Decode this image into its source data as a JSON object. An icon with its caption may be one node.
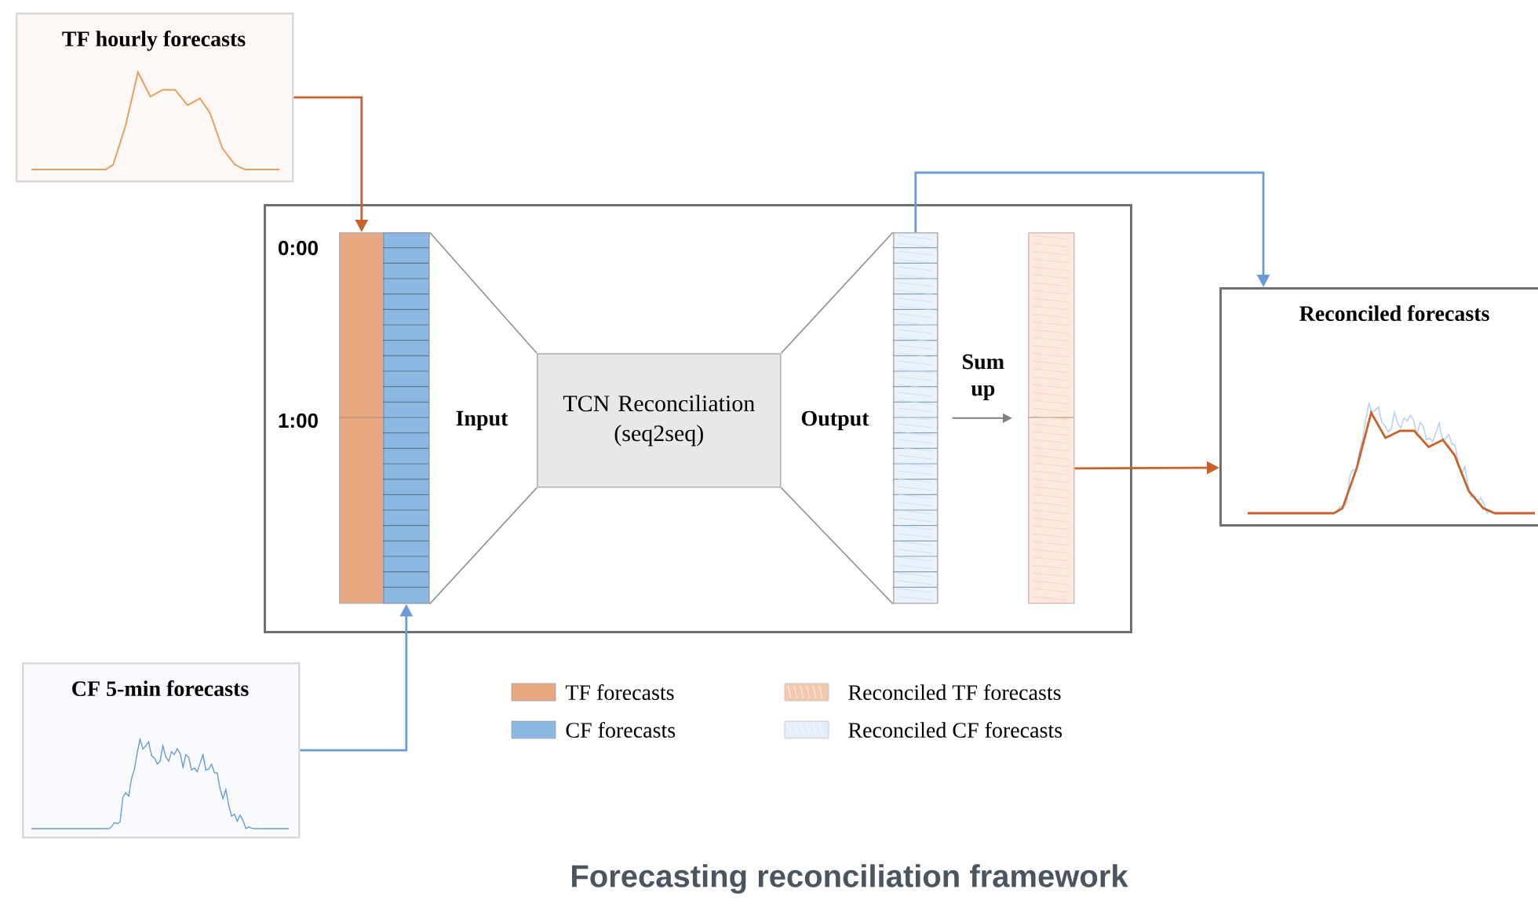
{
  "diagram": {
    "caption": "Forecasting reconciliation framework",
    "nodes": [
      {
        "text": [
          "TF hourly forecasts"
        ]
      },
      {
        "text": [
          "CF 5-min forecasts"
        ]
      },
      {
        "text": [],
        "shape": "box"
      },
      {
        "text": [],
        "shape": "bar",
        "in": 2
      },
      {
        "text": [],
        "shape": "bar",
        "in": 2
      },
      {
        "text": [
          "TCN Reconciliation (seq2seq)"
        ],
        "in": 2
      },
      {
        "text": [],
        "shape": "bar",
        "in": 2
      },
      {
        "text": [],
        "shape": "bar",
        "in": 2
      },
      {
        "text": [
          "Reconciled forecasts"
        ]
      }
    ],
    "edges": [
      {
        "from": 0,
        "to": 3,
        "arrow": "to",
        "color": "#c8622a"
      },
      {
        "from": 1,
        "to": 4,
        "arrow": "to",
        "color": "#6a9bd4"
      },
      {
        "from": 6,
        "to": 7,
        "arrow": "to",
        "label": "Sum up",
        "color": "#808080"
      },
      {
        "from": 6,
        "to": 8,
        "arrow": "to",
        "color": "#6a9bd4"
      },
      {
        "from": 7,
        "to": 8,
        "arrow": "to",
        "color": "#c8622a"
      },
      {
        "from": 4,
        "to": 5,
        "arrow": "none",
        "color": "#909090"
      },
      {
        "from": 4,
        "to": 5,
        "arrow": "none",
        "color": "#909090"
      },
      {
        "from": 5,
        "to": 6,
        "arrow": "none",
        "color": "#909090"
      },
      {
        "from": 5,
        "to": 6,
        "arrow": "none",
        "color": "#909090"
      }
    ],
    "labels": [
      "0:00",
      "1:00",
      "Input",
      "Output"
    ],
    "legend": [
      {
        "text": "TF forecasts",
        "color": "#e8a882"
      },
      {
        "text": "Reconciled TF forecasts"
      },
      {
        "text": "CF forecasts",
        "color": "#8db8e2"
      },
      {
        "text": "Reconciled CF forecasts"
      }
    ]
  }
}
